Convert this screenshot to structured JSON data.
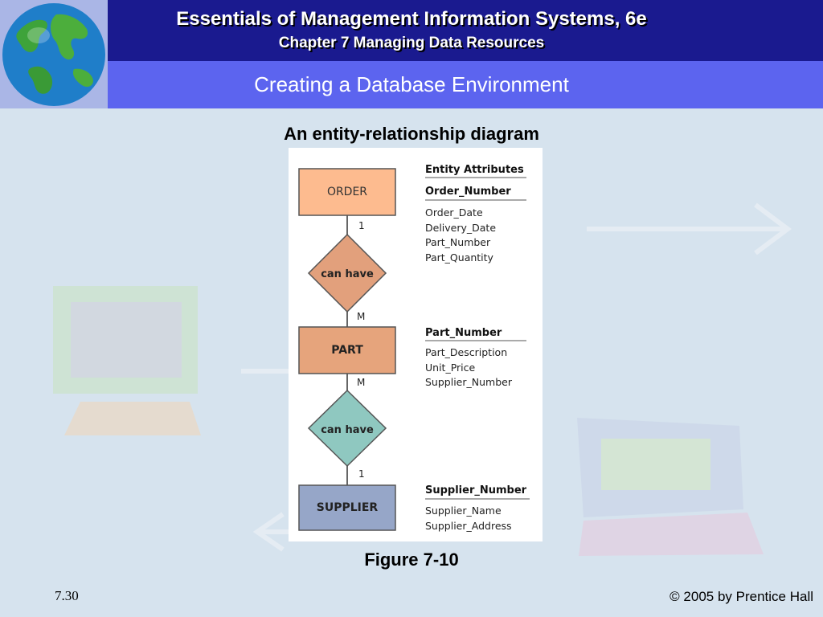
{
  "header": {
    "book_title": "Essentials of Management Information Systems, 6e",
    "chapter_title": "Chapter 7 Managing Data Resources",
    "section_title": "Creating a Database Environment"
  },
  "diagram": {
    "title": "An entity-relationship diagram",
    "attributes_heading": "Entity Attributes",
    "entities": [
      {
        "label": "ORDER",
        "color": "#fdbb8f",
        "key": "Order_Number",
        "attributes": [
          "Order_Date",
          "Delivery_Date",
          "Part_Number",
          "Part_Quantity"
        ]
      },
      {
        "label": "PART",
        "color": "#e6a47c",
        "key": "Part_Number",
        "attributes": [
          "Part_Description",
          "Unit_Price",
          "Supplier_Number"
        ]
      },
      {
        "label": "SUPPLIER",
        "color": "#96a6c8",
        "key": "Supplier_Number",
        "attributes": [
          "Supplier_Name",
          "Supplier_Address"
        ]
      }
    ],
    "relationships": [
      {
        "label": "can have",
        "color": "#e2a07c",
        "top_cardinality": "1",
        "bottom_cardinality": "M"
      },
      {
        "label": "can have",
        "color": "#8fc8c0",
        "top_cardinality": "M",
        "bottom_cardinality": "1"
      }
    ],
    "caption": "Figure 7-10"
  },
  "footer": {
    "slide_number": "7.30",
    "copyright": "© 2005 by Prentice Hall"
  }
}
